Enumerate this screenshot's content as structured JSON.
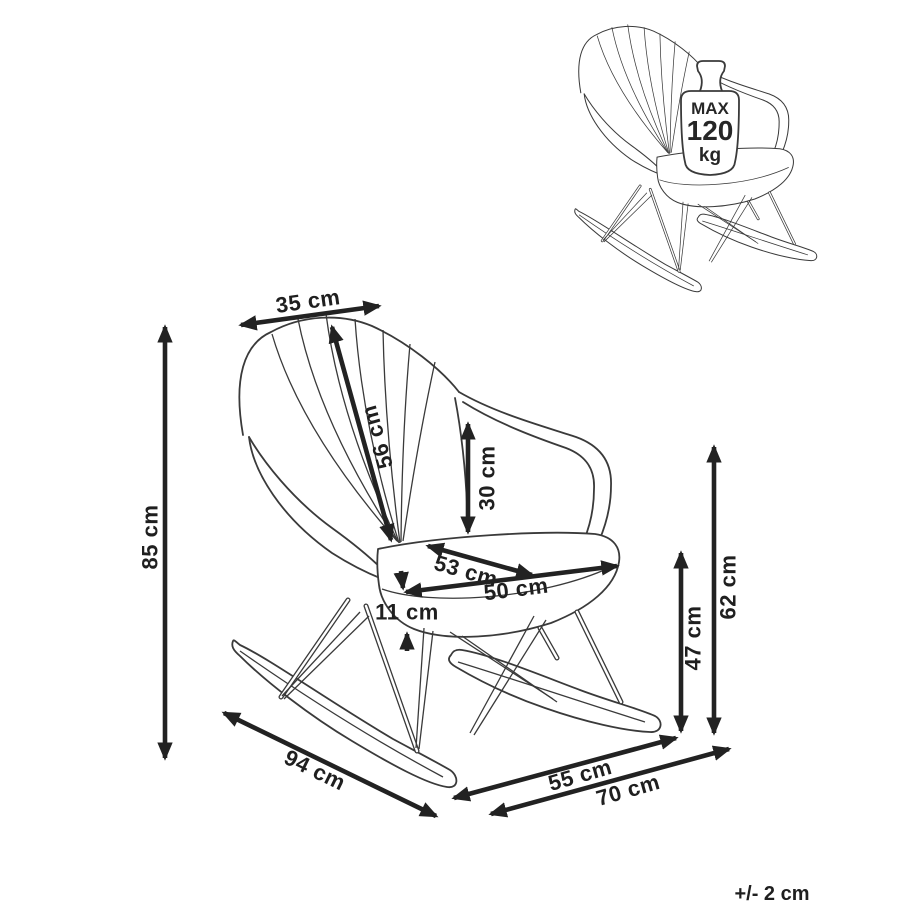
{
  "diagram": {
    "title_semantic": "rocking-chair-dimension-diagram",
    "dims": {
      "back_width": "35 cm",
      "backrest_diagonal": "56 cm",
      "arm_to_seat": "30 cm",
      "seat_depth": "53 cm",
      "seat_width": "50 cm",
      "cushion_thickness": "11 cm",
      "total_height": "85 cm",
      "rocker_length": "94 cm",
      "base_depth": "55 cm",
      "base_width": "70 cm",
      "seat_height": "47 cm",
      "arm_height": "62 cm"
    },
    "weight_badge": {
      "line1": "MAX",
      "line2": "120",
      "line3": "kg"
    },
    "tolerance_note": "+/- 2 cm",
    "colors": {
      "line_art": "#3a3a3a",
      "dimension": "#222222",
      "background": "#ffffff"
    }
  }
}
